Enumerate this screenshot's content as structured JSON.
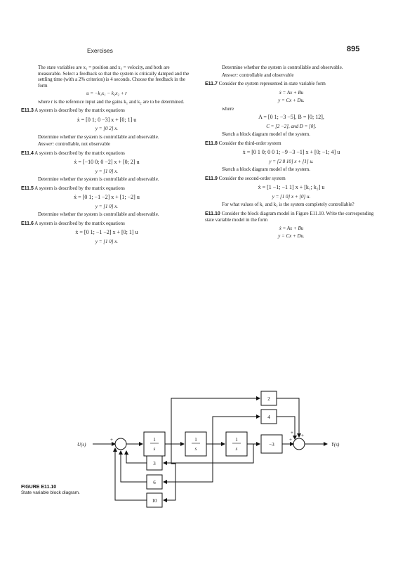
{
  "header": {
    "section": "Exercises",
    "page_number": "895"
  },
  "left_column": {
    "intro": "The state variables are x₁ = position and x₂ = velocity, and both are measurable. Select a feedback so that the system is critically damped and the settling time (with a 2% criterion) is 4 seconds. Choose the feedback in the form",
    "intro_eq": "u = −k₁x₁ − k₂x₂ + r",
    "intro_after": "where r is the reference input and the gains k₁ and k₂ are to be determined.",
    "e113": {
      "num": "E11.3",
      "text": "A system is described by the matrix equations",
      "eq1": "ẋ = [0 1; 0 −3] x + [0; 1] u",
      "eq2": "y = [0  2] x.",
      "question": "Determine whether the system is controllable and observable.",
      "answer_label": "Answer:",
      "answer": "controllable, not observable"
    },
    "e114": {
      "num": "E11.4",
      "text": "A system is described by the matrix equations",
      "eq1": "ẋ = [−10 0; 0 −2] x + [0; 2] u",
      "eq2": "y = [1  0] x.",
      "question": "Determine whether the system is controllable and observable."
    },
    "e115": {
      "num": "E11.5",
      "text": "A system is described by the matrix equations",
      "eq1": "ẋ = [0 1; −1 −2] x + [1; −2] u",
      "eq2": "y = [1  0] x.",
      "question": "Determine whether the system is controllable and observable."
    },
    "e116": {
      "num": "E11.6",
      "text": "A system is described by the matrix equations",
      "eq1": "ẋ = [0 1; −1 −2] x + [0; 1] u",
      "eq2": "y = [1  0] x."
    }
  },
  "right_column": {
    "cont": "Determine whether the system is controllable and observable.",
    "cont_answer_label": "Answer:",
    "cont_answer": "controllable and observable",
    "e117": {
      "num": "E11.7",
      "text": "Consider the system represented in state variable form",
      "eq1": "ẋ = Ax + Bu",
      "eq2": "y = Cx + Du.",
      "where": "where",
      "mat_a": "A = [0 1; −3 −5],  B = [0; 12],",
      "mat_c": "C = [2  −2],  and  D = [0].",
      "task": "Sketch a block diagram model of the system."
    },
    "e118": {
      "num": "E11.8",
      "text": "Consider the third-order system",
      "eq1": "ẋ = [0 1 0; 0 0 1; −9 −3 −1] x + [0; −1; 4] u",
      "eq2": "y = [2  8  10] x + [1] u.",
      "task": "Sketch a block diagram model of the system."
    },
    "e119": {
      "num": "E11.9",
      "text": "Consider the second-order system",
      "eq1": "ẋ = [1 −1; −1 1] x + [k₁; k₂] u",
      "eq2": "y = [1  0] x + [0] u.",
      "question": "For what values of k₁ and k₂ is the system completely controllable?"
    },
    "e1110": {
      "num": "E11.10",
      "text": "Consider the block diagram model in Figure E11.10. Write the corresponding state variable model in the form",
      "eq1": "ẋ = Ax + Bu",
      "eq2": "y = Cx + Du."
    }
  },
  "figure": {
    "title": "FIGURE E11.10",
    "caption": "State variable block diagram.",
    "input_label": "U(s)",
    "output_label": "Y(s)",
    "integrator_num": "1",
    "integrator_den": "s",
    "gain_forward": "−3",
    "gain_top1": "2",
    "gain_top2": "4",
    "gain_fb1": "3",
    "gain_fb2": "6",
    "gain_fb3": "10",
    "plus": "+",
    "minus": "−"
  }
}
